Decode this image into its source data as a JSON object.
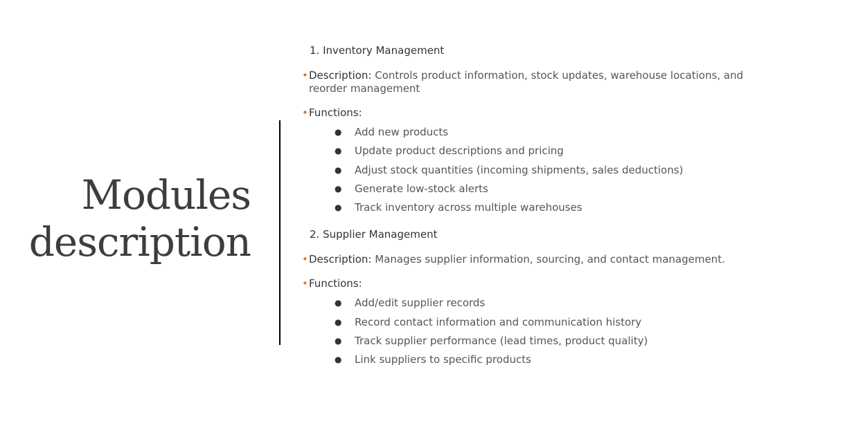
{
  "title": {
    "line1": "Modules",
    "line2": "description"
  },
  "sections": [
    {
      "heading": "1. Inventory Management",
      "description_label": "Description:",
      "description_text": " Controls product information, stock updates, warehouse locations, and reorder management",
      "functions_label": "Functions:",
      "functions": [
        "Add new products",
        "Update product descriptions and pricing",
        "Adjust stock quantities (incoming shipments, sales deductions)",
        "Generate low-stock alerts",
        "Track inventory across multiple warehouses"
      ]
    },
    {
      "heading": "2. Supplier Management",
      "description_label": "Description:",
      "description_text": " Manages supplier information, sourcing, and contact management.",
      "functions_label": "Functions:",
      "functions": [
        "Add/edit supplier records",
        "Record contact information and communication history",
        "Track supplier performance (lead times, product quality)",
        "Link suppliers to specific products"
      ]
    }
  ],
  "colors": {
    "accent_bullet": "#e07b2a",
    "divider": "#000000"
  }
}
